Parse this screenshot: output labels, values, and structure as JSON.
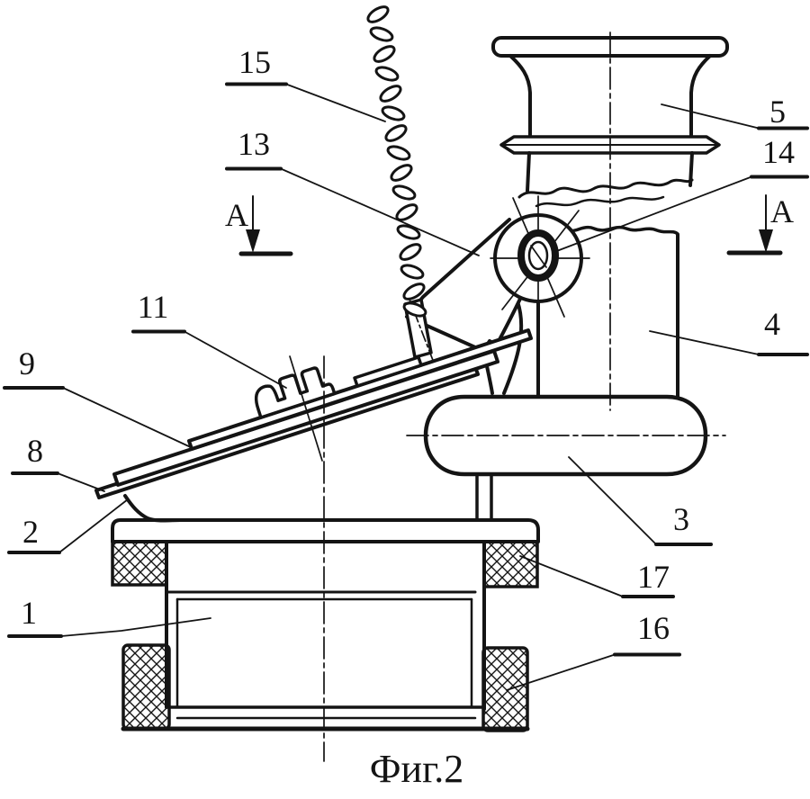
{
  "colors": {
    "ink": "#141414",
    "paper": "#ffffff"
  },
  "caption": "Фиг.2",
  "section_markers": {
    "left": "A",
    "right": "A"
  },
  "labels": {
    "n1": "1",
    "n2": "2",
    "n3": "3",
    "n4": "4",
    "n5": "5",
    "n8": "8",
    "n9": "9",
    "n11": "11",
    "n13": "13",
    "n14": "14",
    "n15": "15",
    "n16": "16",
    "n17": "17"
  }
}
